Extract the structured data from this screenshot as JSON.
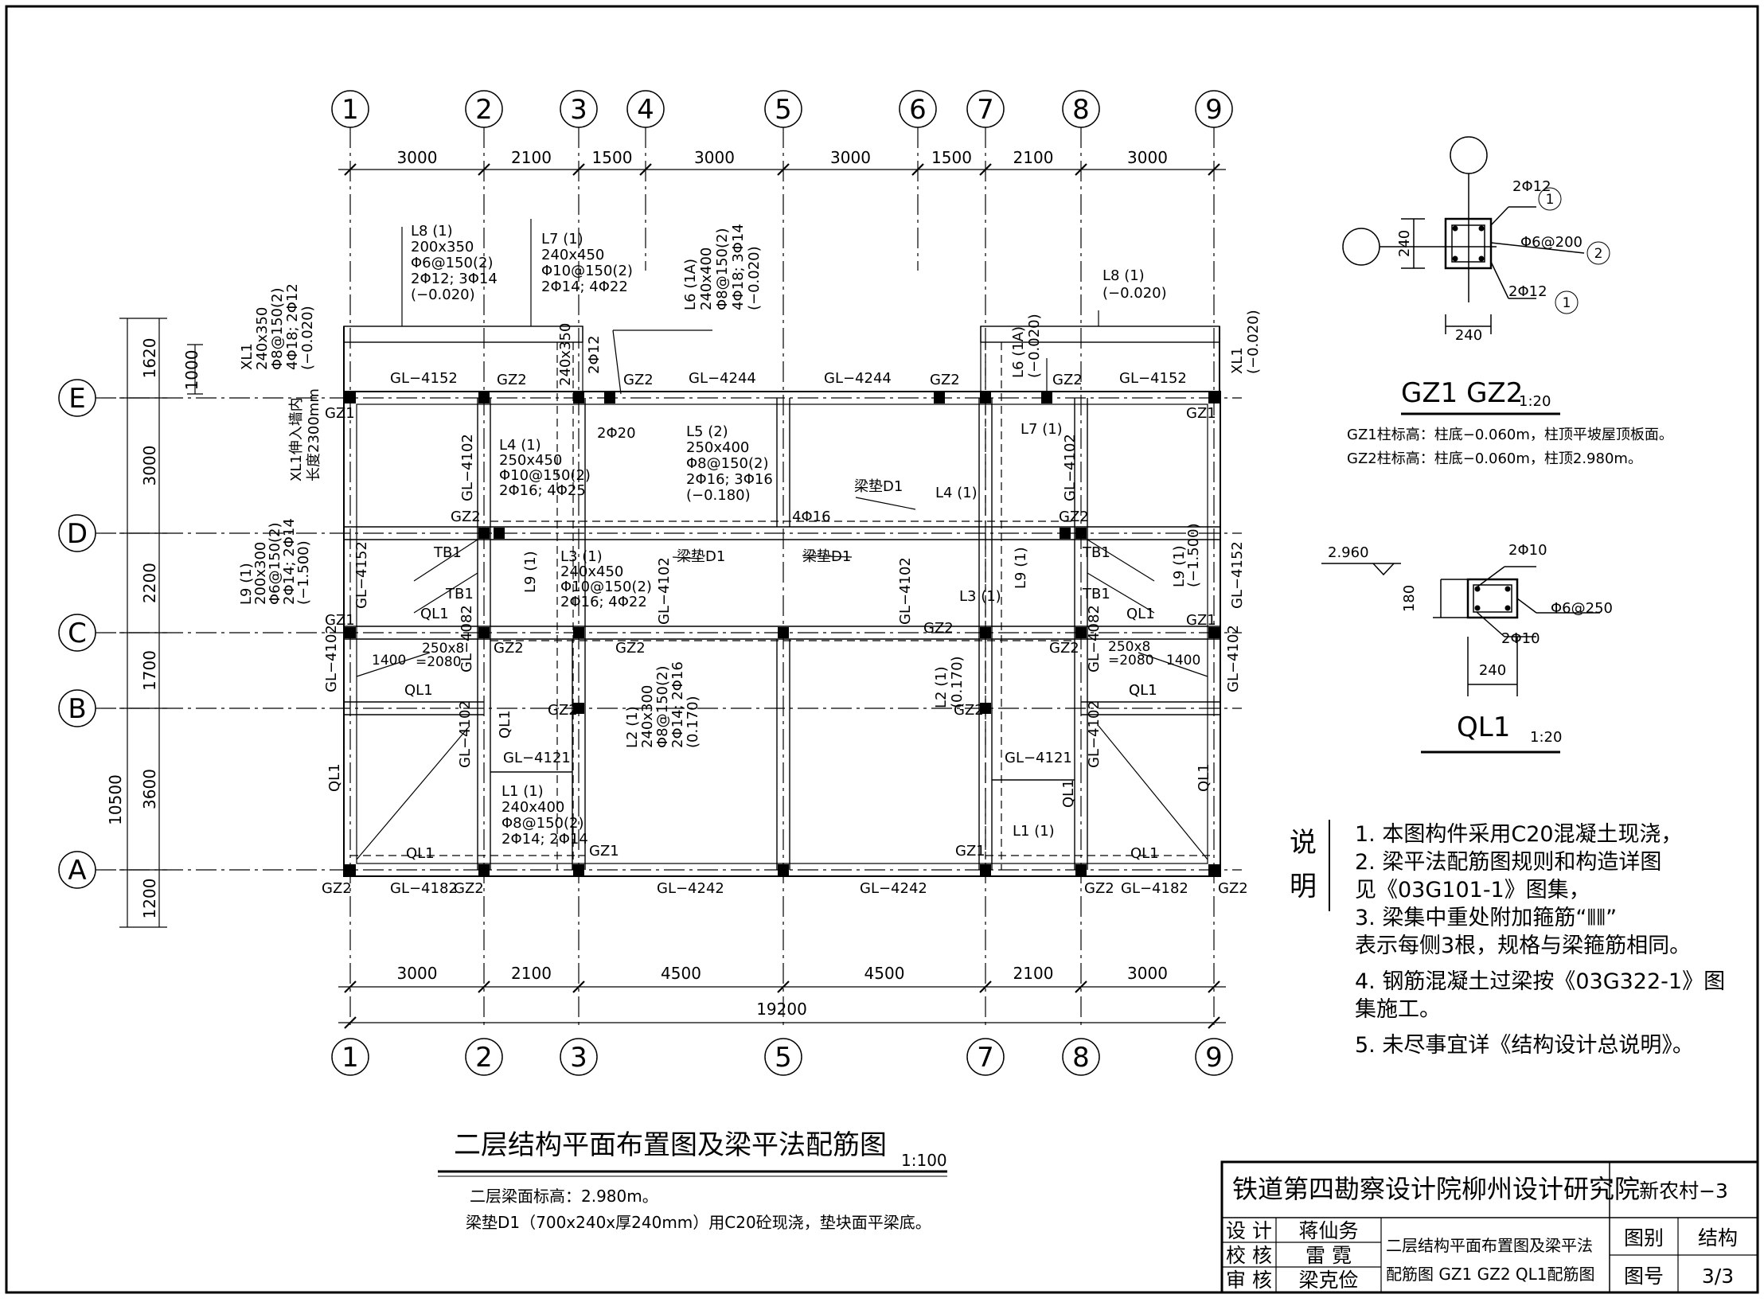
{
  "grid": {
    "cols": [
      "1",
      "2",
      "3",
      "4",
      "5",
      "6",
      "7",
      "8",
      "9"
    ],
    "rows": [
      "E",
      "D",
      "C",
      "B",
      "A"
    ]
  },
  "dims": {
    "top": [
      "3000",
      "2100",
      "1500",
      "3000",
      "3000",
      "1500",
      "2100",
      "3000"
    ],
    "bottom": [
      "3000",
      "2100",
      "4500",
      "4500",
      "2100",
      "3000"
    ],
    "total": "19200",
    "left": [
      "1620",
      "3000",
      "2200",
      "1700",
      "3600",
      "1200"
    ],
    "left_sub": "1000",
    "left_total": "10500"
  },
  "beams": {
    "L8_left": [
      "L8 (1)",
      "200x350",
      "Φ6@150(2)",
      "2Φ12; 3Φ14",
      "(−0.020)"
    ],
    "L7_top": [
      "L7 (1)",
      "240x450",
      "Φ10@150(2)",
      "2Φ14; 4Φ22"
    ],
    "L6": [
      "L6 (1A)",
      "240x400",
      "Φ8@150(2)",
      "4Φ18; 3Φ14",
      "(−0.020)"
    ],
    "L8_right": [
      "L8 (1)",
      "(−0.020)"
    ],
    "XL1_left": [
      "XL1",
      "240x350",
      "Φ8@150(2)",
      "4Φ18; 2Φ12",
      "(−0.020)"
    ],
    "XL1_right": [
      "XL1",
      "(−0.020)"
    ],
    "L6_right": [
      "L6 (1A)",
      "(−0.020)"
    ],
    "XL1_note": [
      "XL1伸入墙内",
      "长度2300mm"
    ],
    "L4": [
      "L4 (1)",
      "250x450",
      "Φ10@150(2)",
      "2Φ16; 4Φ25"
    ],
    "L5": [
      "L5 (2)",
      "250x400",
      "Φ8@150(2)",
      "2Φ16; 3Φ16",
      "(−0.180)"
    ],
    "L9_left": [
      "L9 (1)",
      "200x300",
      "Φ6@150(2)",
      "2Φ14; 2Φ14",
      "(−1.500)"
    ],
    "L3": [
      "L3 (1)",
      "240x450",
      "Φ10@150(2)",
      "2Φ16; 4Φ22"
    ],
    "L2": [
      "L2 (1)",
      "240x300",
      "Φ8@150(2)",
      "2Φ14; 2Φ16",
      "(0.170)"
    ],
    "L1": [
      "L1 (1)",
      "240x400",
      "Φ8@150(2)",
      "2Φ14; 2Φ14"
    ],
    "L9_right": [
      "L9 (1)",
      "(−1.500)"
    ],
    "L2_right": [
      "L2 (1)",
      "(0.170)"
    ],
    "misc": {
      "L7_right": "L7 (1)",
      "L4_right": "L4 (1)",
      "L9_mid_left": "L9 (1)",
      "L9_mid_right": "L9 (1)",
      "L3_right": "L3 (1)",
      "L1_right": "L1 (1)",
      "two_phi_20": "2Φ20",
      "two_phi_12": "2Φ12",
      "four_phi_16": "4Φ16",
      "dim_240x350": "240x350",
      "liangdian1": "梁垫D1",
      "liangdian2": "梁垫D1",
      "liangdian3": "梁垫D1",
      "gl_4152": "GL−4152",
      "gl_4244": "GL−4244",
      "gl_4102": "GL−4102",
      "gl_4082": "GL−4082",
      "gl_4121": "GL−4121",
      "gl_4182": "GL−4182",
      "gl_4242": "GL−4242",
      "gz1": "GZ1",
      "gz2": "GZ2",
      "tb1": "TB1",
      "ql1": "QL1",
      "d1400": "1400",
      "d250x8": "250x8",
      "d2080": "=2080"
    }
  },
  "gz_detail": {
    "title": "GZ1 GZ2",
    "scale": "1:20",
    "top_bar": "2Φ12",
    "stirrup": "Φ6@200",
    "bottom_bar": "2Φ12",
    "dim_h": "240",
    "dim_w": "240",
    "marks": [
      "1",
      "2",
      "1"
    ],
    "notes": [
      "GZ1柱标高：柱底−0.060m，柱顶平坡屋顶板面。",
      "GZ2柱标高：柱底−0.060m，柱顶2.980m。"
    ]
  },
  "ql_detail": {
    "title": "QL1",
    "scale": "1:20",
    "elev": "2.960",
    "top_bar": "2Φ10",
    "stirrup": "Φ6@250",
    "bottom_bar": "2Φ10",
    "dim_h": "180",
    "dim_w": "240"
  },
  "notes": {
    "heading": [
      "说",
      "明"
    ],
    "items": [
      "1. 本图构件采用C20混凝土现浇，",
      "2. 梁平法配筋图规则和构造详图",
      "    见《03G101-1》图集，",
      "3. 梁集中重处附加箍筋“⦀⦀”",
      "    表示每侧3根，规格与梁箍筋相同。",
      "4. 钢筋混凝土过梁按《03G322-1》图",
      "    集施工。",
      "5. 未尽事宜详《结构设计总说明》。"
    ]
  },
  "plan_title": {
    "title": "二层结构平面布置图及梁平法配筋图",
    "scale": "1:100",
    "sub": [
      "二层梁面标高：2.980m。",
      "梁垫D1（700x240x厚240mm）用C20砼现浇，垫块面平梁底。"
    ]
  },
  "title_block": {
    "company": "铁道第四勘察设计院柳州设计研究院",
    "project": "新农村−3",
    "roles": [
      {
        "role": "设 计",
        "name": "蒋仙务"
      },
      {
        "role": "校 核",
        "name": "雷  霓"
      },
      {
        "role": "审 核",
        "name": "梁克俭"
      }
    ],
    "drawing_name": [
      "二层结构平面布置图及梁平法",
      "配筋图 GZ1 GZ2 QL1配筋图"
    ],
    "category_label": "图别",
    "category": "结构",
    "number_label": "图号",
    "number": "3/3"
  }
}
